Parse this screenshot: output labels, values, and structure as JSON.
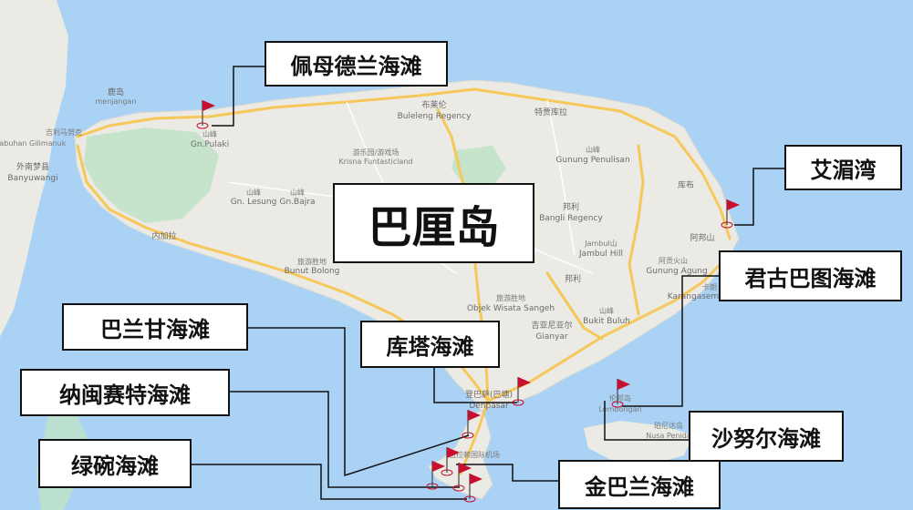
{
  "title": "巴厘岛",
  "colors": {
    "sea": "#a9d2f5",
    "land": "#eceae4",
    "park": "#bfe3c8",
    "road": "#f6c85a",
    "flag": "#c8102e",
    "leader": "#111111"
  },
  "beaches": [
    {
      "id": "pemuteran",
      "label": "佩母德兰海滩"
    },
    {
      "id": "amed",
      "label": "艾湄湾"
    },
    {
      "id": "candidasa",
      "label": "君古巴图海滩"
    },
    {
      "id": "kuta",
      "label": "库塔海滩"
    },
    {
      "id": "balangan",
      "label": "巴兰甘海滩"
    },
    {
      "id": "nusa-dua",
      "label": "纳闽赛特海滩"
    },
    {
      "id": "padang",
      "label": "绿碗海滩"
    },
    {
      "id": "sanur",
      "label": "沙努尔海滩"
    },
    {
      "id": "jimbaran",
      "label": "金巴兰海滩"
    }
  ],
  "map_labels": {
    "menjangan_cn": "鹿岛",
    "menjangan": "menjangan",
    "gilimanuk_cn": "吉利马努克",
    "gilimanuk": "Pelabuhan Gilimanuk",
    "banyuwangi_cn": "外南梦县",
    "banyuwangi": "Banyuwangi",
    "pulaki_cn": "山峰",
    "pulaki": "Gn.Pulaki",
    "lesung_cn": "山峰",
    "lesung": "Gn. Lesung",
    "bajra_cn": "山峰",
    "bajra": "Gn.Bajra",
    "buleleng_cn": "布莱伦",
    "buleleng": "Buleleng Regency",
    "krisna_cn": "游乐园/游戏场",
    "krisna": "Krisna Funtasticland",
    "tejakula": "特贾库拉",
    "penulisan_cn": "山峰",
    "penulisan": "Gunung Penulisan",
    "negara": "内加拉",
    "bunut_cn": "旅游胜地",
    "bunut": "Bunut Bolong",
    "bangli_cn": "邦利",
    "bangli": "Bangli Regency",
    "kubu": "库布",
    "jambul_cn": "Jambul山",
    "jambul": "Jambul Hill",
    "bangli2": "邦利",
    "agung_cn": "阿贡火山",
    "agung": "Gunung Agung",
    "amlapura": "阿邦山",
    "karangasem_cn": "卡朗",
    "karangasem": "Karangasem",
    "sangeh_cn": "旅游胜地",
    "sangeh": "Objek Wisata Sangeh",
    "buluh_cn": "山峰",
    "buluh": "Bukit Buluh",
    "gianyar_cn": "吉亚尼亚尔",
    "gianyar": "Gianyar",
    "denpasar_cn": "登巴萨(巴塘)",
    "denpasar": "Denpasar",
    "lembongan_cn": "伦邦岛",
    "lembongan": "Lembongan",
    "penida_cn": "珀尼达岛",
    "penida": "Nusa Penida",
    "airport": "伍拉赖国际机场"
  }
}
